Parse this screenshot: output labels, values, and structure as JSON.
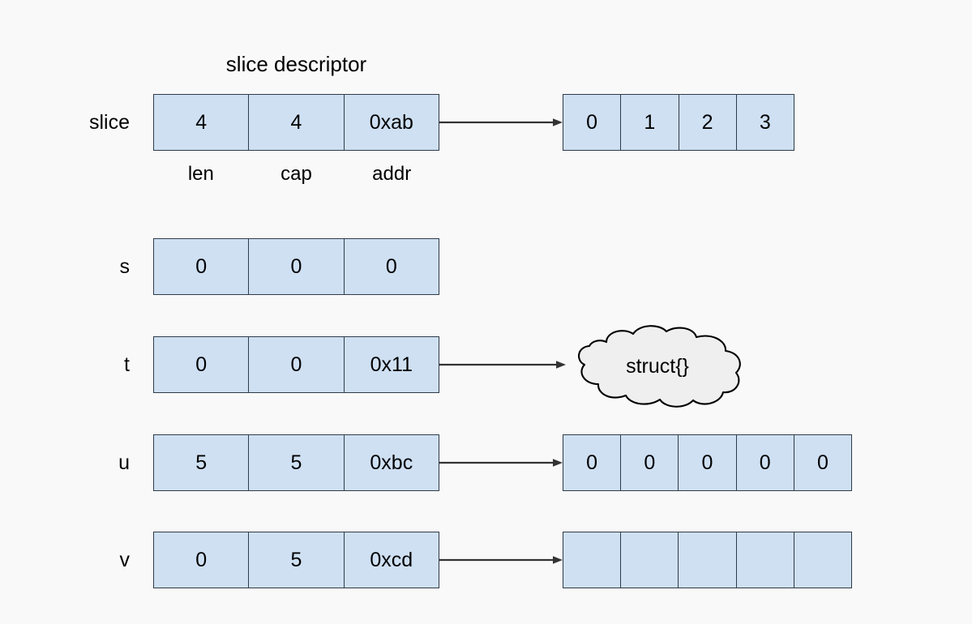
{
  "title": "slice descriptor",
  "colors": {
    "background": "#f9f9f9",
    "box_fill": "#cfe0f3",
    "box_stroke": "#2f3b4a",
    "cloud_fill": "#efefef",
    "cloud_stroke": "#000000",
    "arrow": "#333333",
    "text": "#000000"
  },
  "field_captions": [
    "len",
    "cap",
    "addr"
  ],
  "rows": [
    {
      "label": "slice",
      "descriptor": [
        "4",
        "4",
        "0xab"
      ],
      "has_arrow": true,
      "target_kind": "array",
      "target_cells": [
        "0",
        "1",
        "2",
        "3"
      ]
    },
    {
      "label": "s",
      "descriptor": [
        "0",
        "0",
        "0"
      ],
      "has_arrow": false,
      "target_kind": "none",
      "target_cells": []
    },
    {
      "label": "t",
      "descriptor": [
        "0",
        "0",
        "0x11"
      ],
      "has_arrow": true,
      "target_kind": "cloud",
      "cloud_label": "struct{}",
      "target_cells": []
    },
    {
      "label": "u",
      "descriptor": [
        "5",
        "5",
        "0xbc"
      ],
      "has_arrow": true,
      "target_kind": "array",
      "target_cells": [
        "0",
        "0",
        "0",
        "0",
        "0"
      ]
    },
    {
      "label": "v",
      "descriptor": [
        "0",
        "5",
        "0xcd"
      ],
      "has_arrow": true,
      "target_kind": "array",
      "target_cells": [
        "",
        "",
        "",
        "",
        ""
      ]
    }
  ]
}
